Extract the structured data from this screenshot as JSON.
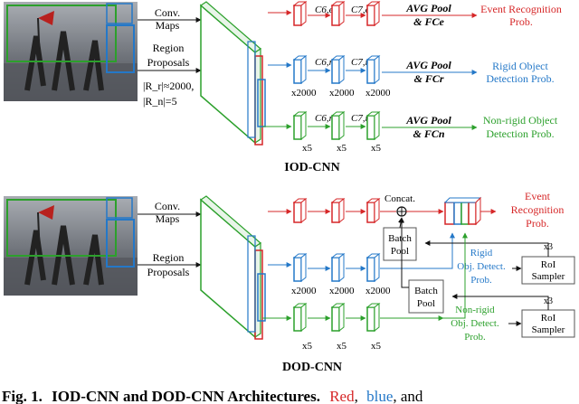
{
  "colors": {
    "red": "#d62728",
    "blue": "#2478c8",
    "green": "#2ca02c",
    "black": "#111111",
    "photo_sky": "#8a8f96",
    "photo_ground": "#5e6168"
  },
  "iod": {
    "title": "IOD-CNN",
    "conv_maps": [
      "Conv.",
      "Maps"
    ],
    "region_proposals": [
      "Region",
      "Proposals"
    ],
    "count_r": "|R_r|≈2000,",
    "count_n": "|R_n|=5",
    "c6e": "C6,e",
    "c7e": "C7,e",
    "c6r": "C6,r",
    "c7r": "C7,r",
    "c6n": "C6,n",
    "c7n": "C7,n",
    "avg_pool_e": [
      "AVG Pool",
      "& FCe"
    ],
    "avg_pool_r": [
      "AVG Pool",
      "& FCr"
    ],
    "avg_pool_n": [
      "AVG Pool",
      "& FCn"
    ],
    "out_e": [
      "Event Recognition",
      "Prob."
    ],
    "out_r": [
      "Rigid Object",
      "Detection Prob."
    ],
    "out_n": [
      "Non-rigid Object",
      "Detection Prob."
    ],
    "x2000": "x2000",
    "x5": "x5"
  },
  "dod": {
    "title": "DOD-CNN",
    "conv_maps": [
      "Conv.",
      "Maps"
    ],
    "region_proposals": [
      "Region",
      "Proposals"
    ],
    "concat": "Concat.",
    "out_e": [
      "Event",
      "Recognition",
      "Prob."
    ],
    "batch_pool": [
      "Batch",
      "Pool"
    ],
    "rigid": [
      "Rigid",
      "Obj. Detect.",
      "Prob."
    ],
    "nonrigid": [
      "Non-rigid",
      "Obj. Detect.",
      "Prob."
    ],
    "roi": [
      "RoI",
      "Sampler"
    ],
    "x3": "x3",
    "x2000": "x2000",
    "x5": "x5"
  },
  "caption": {
    "prefix": "Fig. 1.",
    "bold": "IOD-CNN and DOD-CNN Architectures.",
    "red": "Red",
    "comma": ",",
    "blue": "blue",
    "and": ", and"
  }
}
